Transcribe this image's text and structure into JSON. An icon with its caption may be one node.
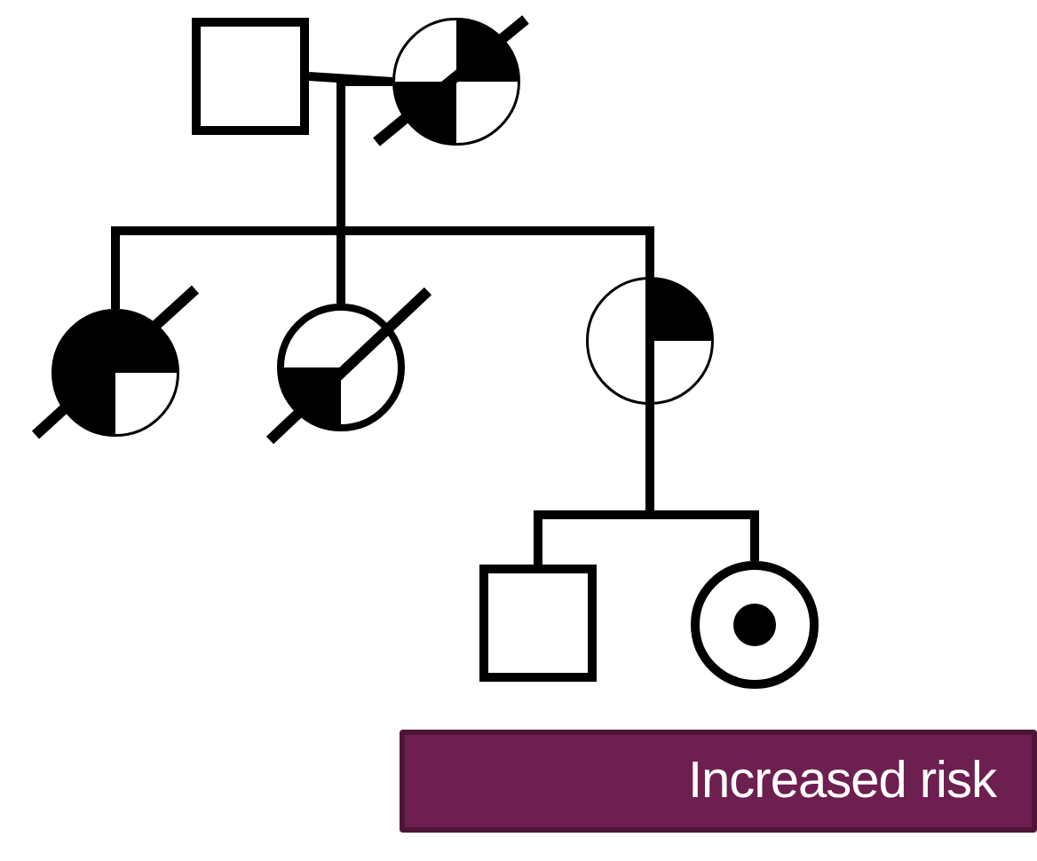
{
  "diagram": {
    "nodes": [
      {
        "text": [],
        "shape": "box"
      },
      {
        "text": [],
        "shape": "circle"
      },
      {
        "text": [],
        "shape": "circle"
      },
      {
        "text": [],
        "shape": "circle"
      },
      {
        "text": [],
        "shape": "circle"
      },
      {
        "text": [],
        "shape": "box"
      },
      {
        "text": [],
        "shape": "circle"
      },
      {
        "text": [
          "Increased risk"
        ]
      }
    ],
    "edges": [
      {
        "from": 0,
        "to": 1,
        "arrow": "none"
      },
      {
        "from": 1,
        "to": 2,
        "arrow": "none"
      },
      {
        "from": 1,
        "to": 3,
        "arrow": "none"
      },
      {
        "from": 1,
        "to": 4,
        "arrow": "none"
      },
      {
        "from": 4,
        "to": 5,
        "arrow": "none"
      },
      {
        "from": 4,
        "to": 6,
        "arrow": "none"
      }
    ]
  }
}
